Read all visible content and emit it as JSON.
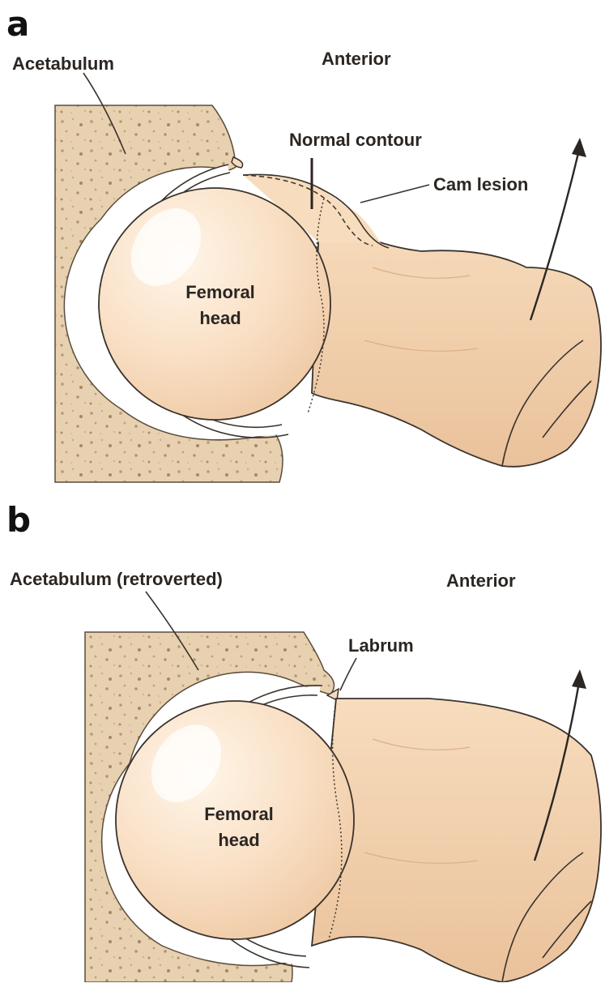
{
  "panels": [
    {
      "letter": "a",
      "labels": {
        "acetabulum": "Acetabulum",
        "anterior": "Anterior",
        "normal_contour": "Normal contour",
        "cam_lesion": "Cam lesion",
        "femoral_head_line1": "Femoral",
        "femoral_head_line2": "head"
      }
    },
    {
      "letter": "b",
      "labels": {
        "acetabulum": "Acetabulum (retroverted)",
        "anterior": "Anterior",
        "labrum": "Labrum",
        "femoral_head_line1": "Femoral",
        "femoral_head_line2": "head"
      }
    }
  ],
  "colors": {
    "bone_bg": "#e6cfad",
    "bone_speckle": "#b89a74",
    "femur_fill": "#f8dcbe",
    "femur_shade": "#ecc49c",
    "outline": "#3a332d"
  }
}
